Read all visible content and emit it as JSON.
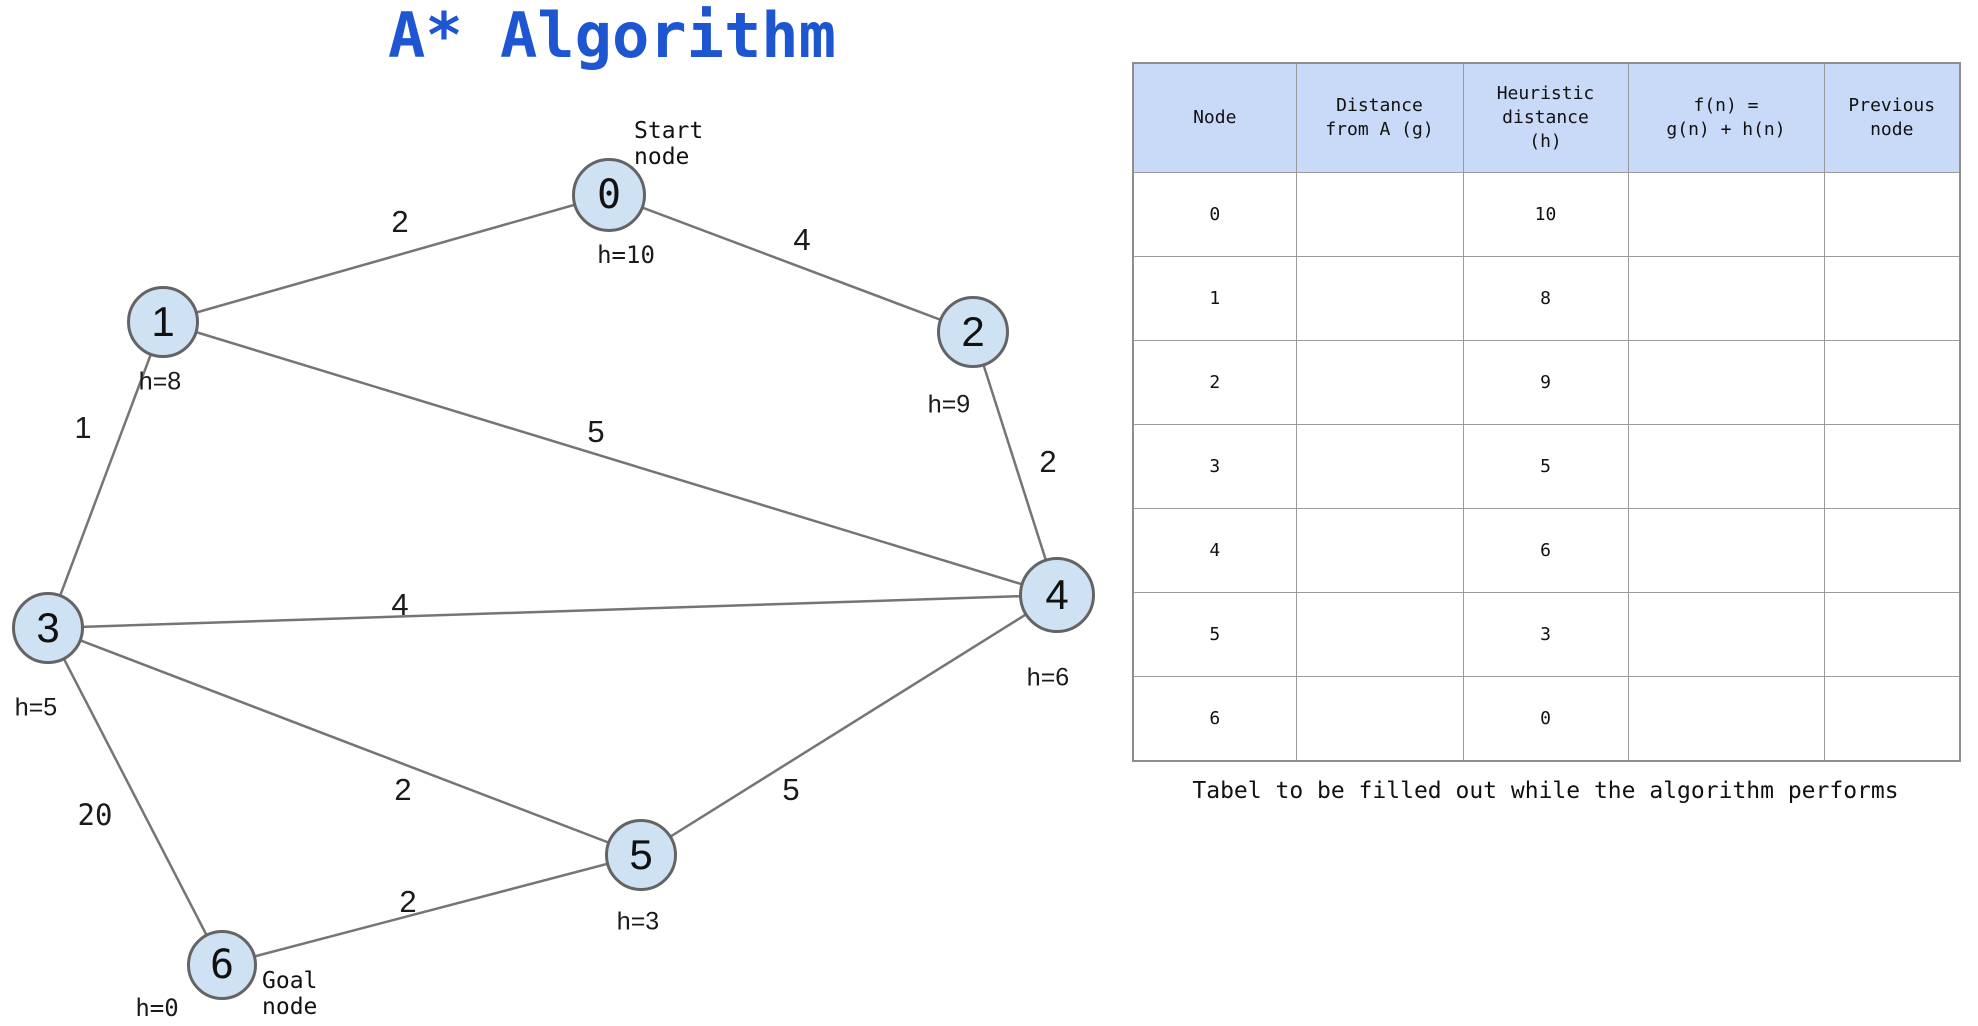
{
  "title": "A* Algorithm",
  "graph": {
    "annotations": [
      {
        "name": "start-node-annotation",
        "lines": [
          "Start",
          "node"
        ]
      },
      {
        "name": "goal-node-annotation",
        "lines": [
          "Goal",
          "node"
        ]
      }
    ],
    "nodes": [
      {
        "id": "0",
        "h": "h=10"
      },
      {
        "id": "1",
        "h": "h=8"
      },
      {
        "id": "2",
        "h": "h=9"
      },
      {
        "id": "3",
        "h": "h=5"
      },
      {
        "id": "4",
        "h": "h=6"
      },
      {
        "id": "5",
        "h": "h=3"
      },
      {
        "id": "6",
        "h": "h=0"
      }
    ],
    "edges": [
      {
        "from": "0",
        "to": "1",
        "weight": "2"
      },
      {
        "from": "0",
        "to": "2",
        "weight": "4"
      },
      {
        "from": "1",
        "to": "3",
        "weight": "1"
      },
      {
        "from": "1",
        "to": "4",
        "weight": "5"
      },
      {
        "from": "2",
        "to": "4",
        "weight": "2"
      },
      {
        "from": "3",
        "to": "4",
        "weight": "4"
      },
      {
        "from": "3",
        "to": "5",
        "weight": "2"
      },
      {
        "from": "3",
        "to": "6",
        "weight": "20"
      },
      {
        "from": "5",
        "to": "4",
        "weight": "5"
      },
      {
        "from": "6",
        "to": "5",
        "weight": "2"
      }
    ]
  },
  "table": {
    "columns": [
      "Node",
      "Distance\nfrom A (g)",
      "Heuristic\ndistance\n(h)",
      "f(n) =\ng(n) + h(n)",
      "Previous\nnode"
    ],
    "rows": [
      [
        "0",
        "",
        "10",
        "",
        ""
      ],
      [
        "1",
        "",
        "8",
        "",
        ""
      ],
      [
        "2",
        "",
        "9",
        "",
        ""
      ],
      [
        "3",
        "",
        "5",
        "",
        ""
      ],
      [
        "4",
        "",
        "6",
        "",
        ""
      ],
      [
        "5",
        "",
        "3",
        "",
        ""
      ],
      [
        "6",
        "",
        "0",
        "",
        ""
      ]
    ],
    "caption": "Tabel to be filled out while the algorithm performs"
  },
  "colors": {
    "title": "#1e56d2",
    "node_fill": "#cfe2f3",
    "node_border": "#646464",
    "edge": "#757575",
    "table_header_bg": "#c9daf8",
    "table_border": "#9a9a9a",
    "text": "#000000"
  }
}
